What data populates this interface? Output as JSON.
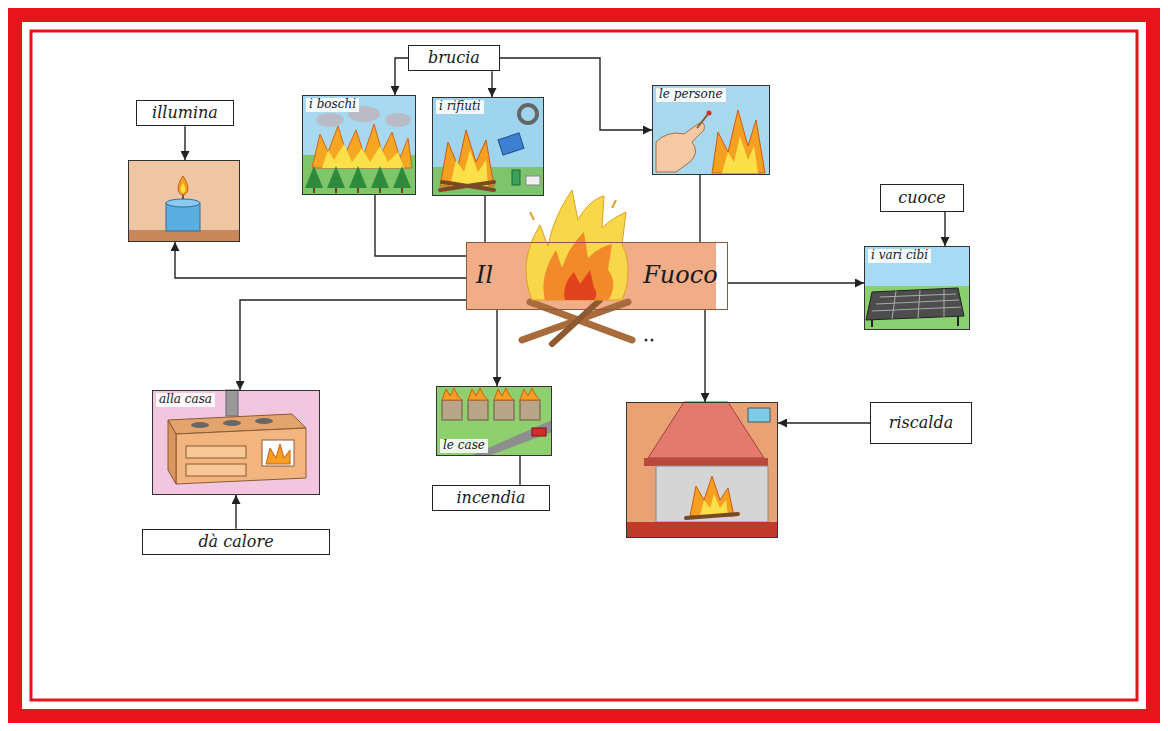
{
  "diagram": {
    "nodes": [
      {
        "text": [
          "brucia"
        ]
      },
      {
        "text": [
          "illumina"
        ]
      },
      {
        "text": [
          "i boschi"
        ]
      },
      {
        "text": [
          "i rifiuti"
        ]
      },
      {
        "text": [
          "le persone"
        ]
      },
      {
        "text": []
      },
      {
        "text": [
          "cuoce"
        ]
      },
      {
        "text": [
          "Il",
          "Fuoco"
        ]
      },
      {
        "text": [
          "i vari cibi"
        ]
      },
      {
        "text": [
          "alla casa"
        ]
      },
      {
        "text": [
          "le case"
        ]
      },
      {
        "text": []
      },
      {
        "text": [
          "riscalda"
        ]
      },
      {
        "text": [
          "incendia"
        ]
      },
      {
        "text": [
          "dà calore"
        ]
      }
    ],
    "edges": [
      {
        "from": 0,
        "to": 2,
        "arrow": "to"
      },
      {
        "from": 0,
        "to": 3,
        "arrow": "to"
      },
      {
        "from": 0,
        "to": 4,
        "arrow": "to"
      },
      {
        "from": 1,
        "to": 5,
        "arrow": "to"
      },
      {
        "from": 2,
        "to": 7,
        "arrow": "none"
      },
      {
        "from": 3,
        "to": 7,
        "arrow": "none"
      },
      {
        "from": 4,
        "to": 7,
        "arrow": "none"
      },
      {
        "from": 7,
        "to": 5,
        "arrow": "to"
      },
      {
        "from": 6,
        "to": 8,
        "arrow": "to"
      },
      {
        "from": 7,
        "to": 8,
        "arrow": "to"
      },
      {
        "from": 7,
        "to": 9,
        "arrow": "to"
      },
      {
        "from": 7,
        "to": 10,
        "arrow": "to"
      },
      {
        "from": 7,
        "to": 11,
        "arrow": "to"
      },
      {
        "from": 12,
        "to": 11,
        "arrow": "to"
      },
      {
        "from": 13,
        "to": 10,
        "arrow": "none"
      },
      {
        "from": 14,
        "to": 9,
        "arrow": "to"
      }
    ]
  }
}
